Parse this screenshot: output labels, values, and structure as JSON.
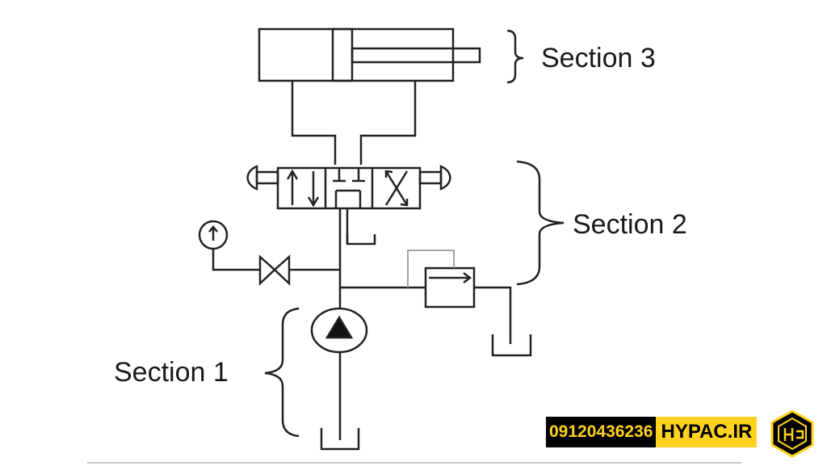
{
  "diagram": {
    "section_labels": {
      "section3": "Section 3",
      "section2": "Section 2",
      "section1": "Section 1"
    }
  },
  "watermark": {
    "phone": "09120436236",
    "brand": "HYPAC.IR",
    "colors": {
      "yellow": "#ffd21f",
      "black": "#000000"
    }
  }
}
